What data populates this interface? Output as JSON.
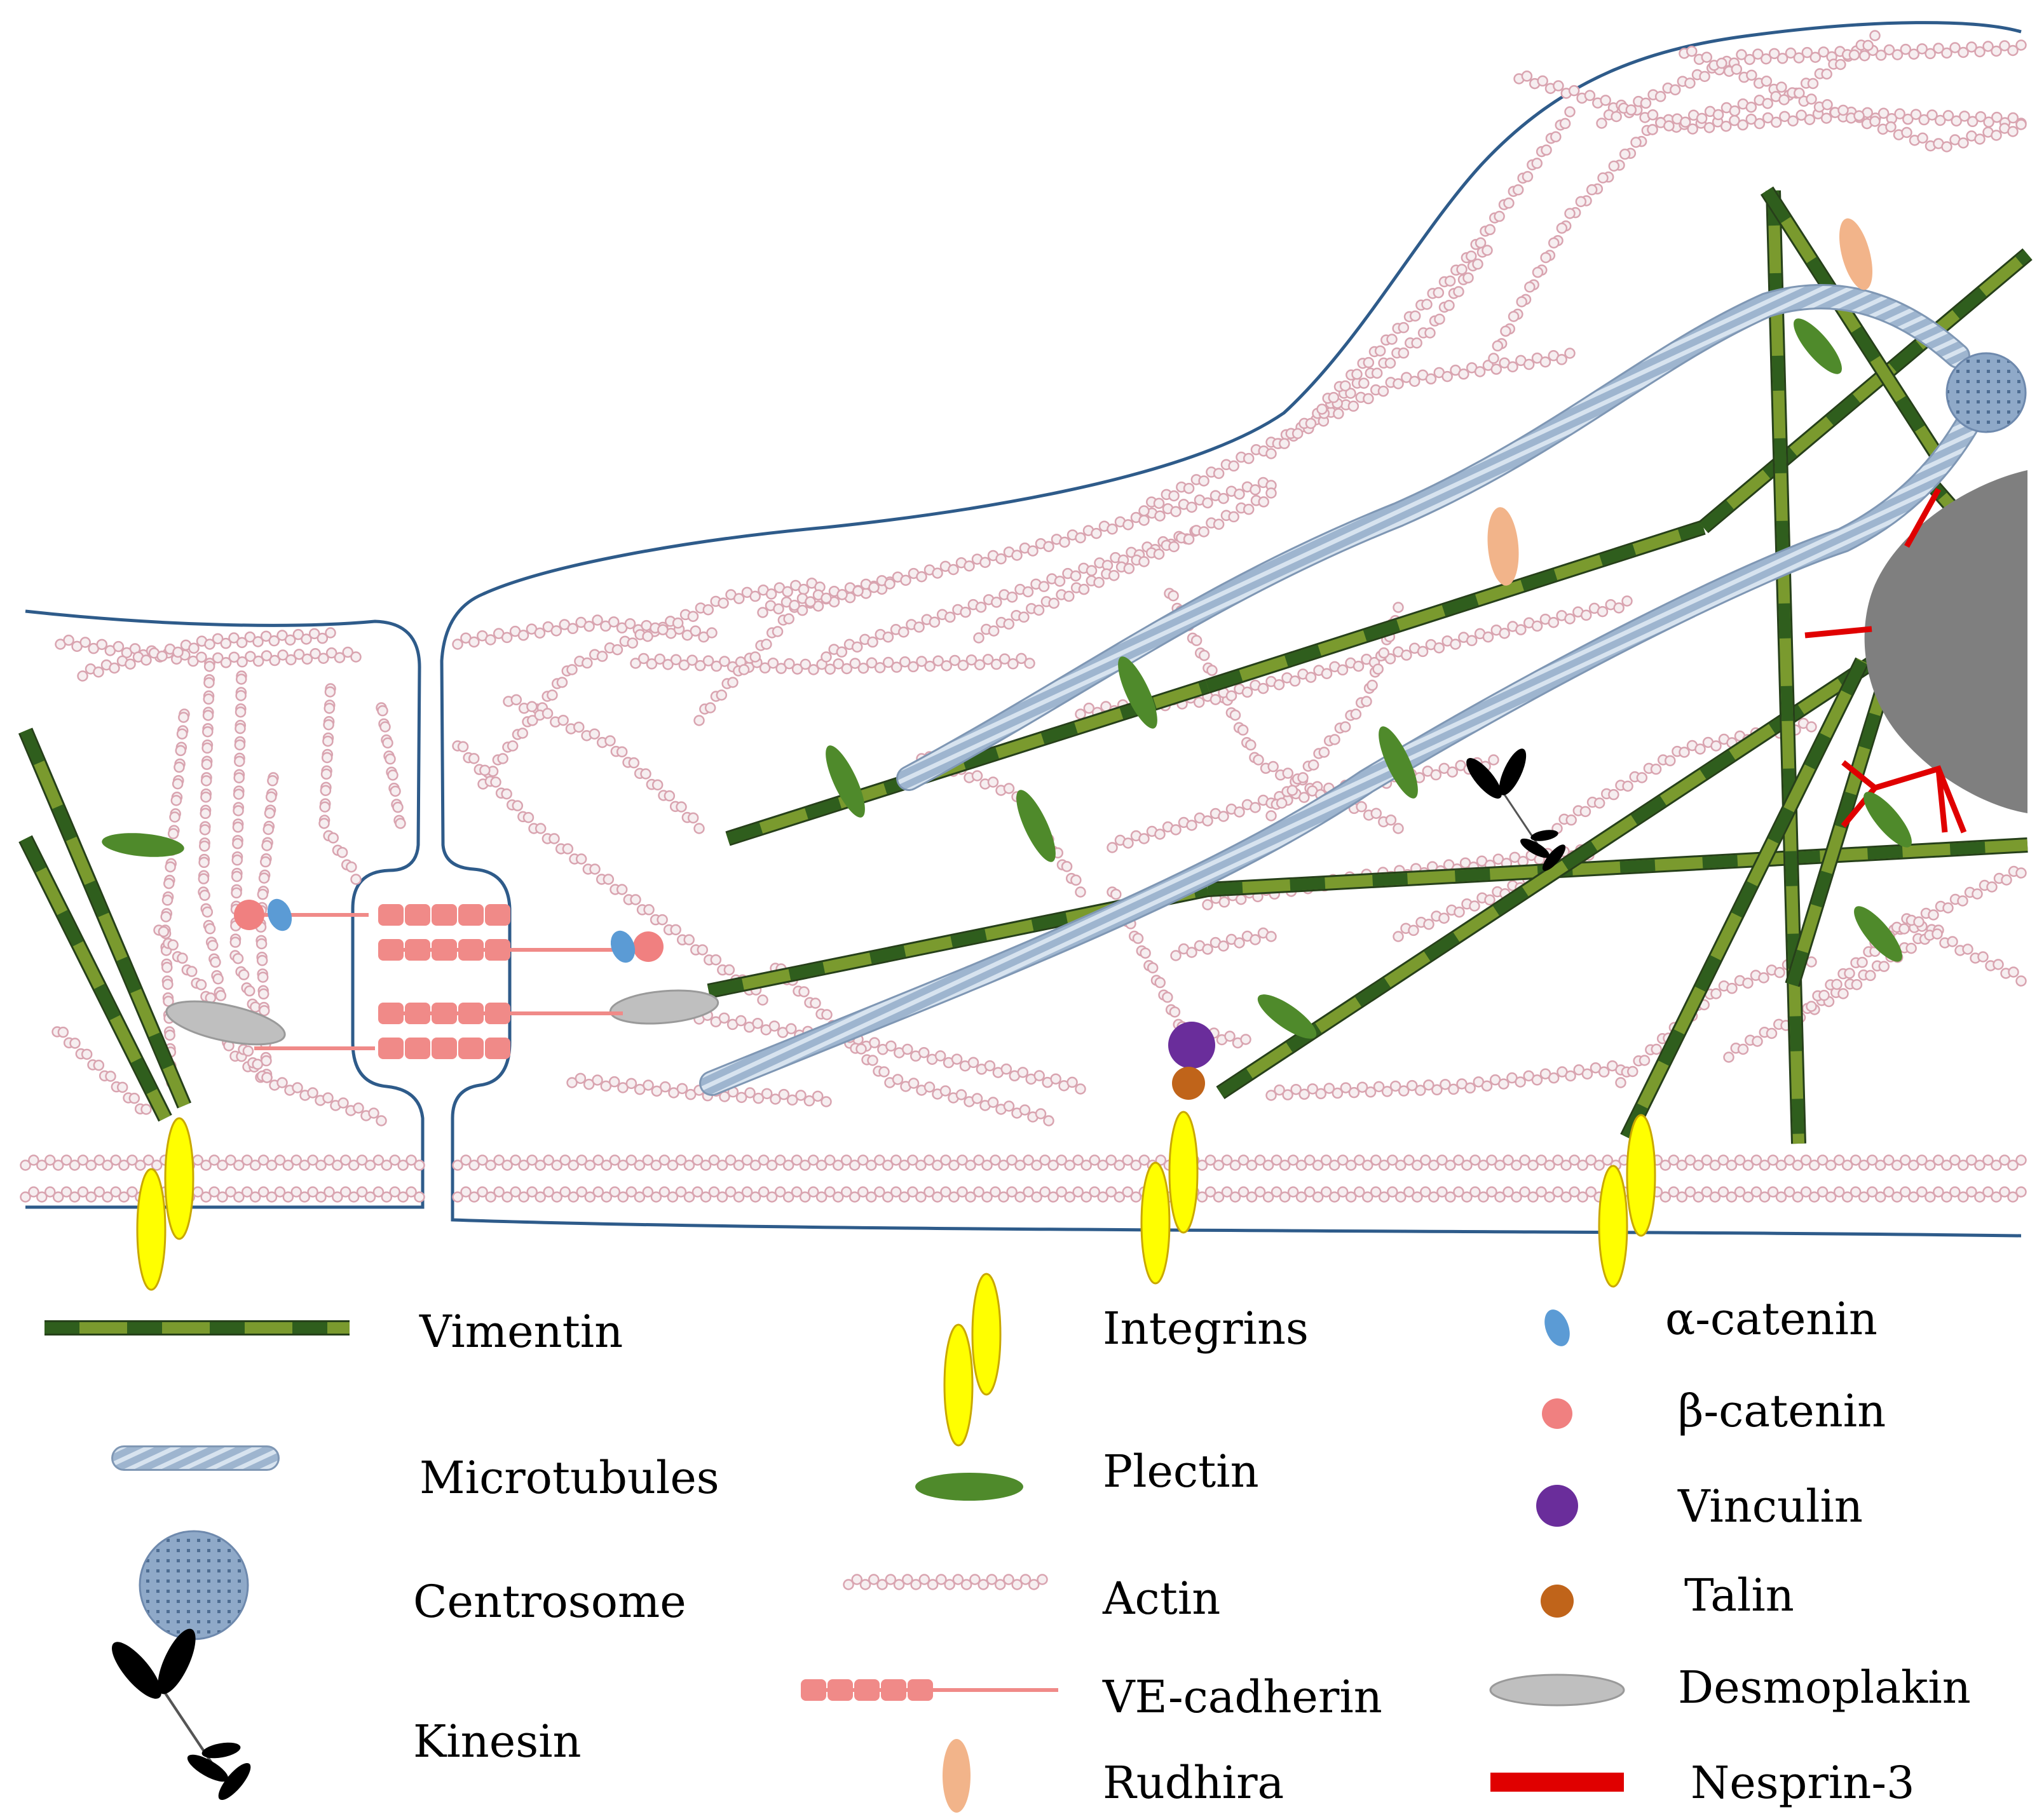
{
  "colors": {
    "membrane": "#2e5b8a",
    "vimentin_light": "#7a9a2e",
    "vimentin_dark": "#2f5e1d",
    "microtubule": "#9eb5cf",
    "microtubule_stripe": "#d7e3ef",
    "centrosome": "#8fa9c8",
    "actin_bead": "#d9a4b0",
    "actin_fill": "#f6eef0",
    "plectin": "#4f8a2b",
    "integrin": "#ffff00",
    "integrin_edge": "#c9a800",
    "alpha_catenin": "#5b9bd5",
    "beta_catenin": "#f08080",
    "vinculin": "#6a2d9b",
    "talin": "#c0641a",
    "desmoplakin": "#bfbfbf",
    "nesprin": "#e00000",
    "rudhira": "#f2b48a",
    "ve_cadherin": "#f08a88",
    "nucleus": "#7f7f7f",
    "kinesin": "#000000"
  },
  "legend": {
    "vimentin": {
      "label": "Vimentin",
      "icon": "vimentin-filament-icon"
    },
    "microtubules": {
      "label": "Microtubules",
      "icon": "microtubule-icon"
    },
    "centrosome": {
      "label": "Centrosome",
      "icon": "centrosome-icon"
    },
    "kinesin": {
      "label": "Kinesin",
      "icon": "kinesin-icon"
    },
    "integrins": {
      "label": "Integrins",
      "icon": "integrin-icon"
    },
    "plectin": {
      "label": "Plectin",
      "icon": "plectin-icon"
    },
    "actin": {
      "label": "Actin",
      "icon": "actin-filament-icon"
    },
    "ve_cadherin": {
      "label": "VE-cadherin",
      "icon": "ve-cadherin-icon"
    },
    "rudhira": {
      "label": "Rudhira",
      "icon": "rudhira-icon"
    },
    "alpha_catenin": {
      "label": "α-catenin",
      "icon": "alpha-catenin-icon"
    },
    "beta_catenin": {
      "label": "β-catenin",
      "icon": "beta-catenin-icon"
    },
    "vinculin": {
      "label": "Vinculin",
      "icon": "vinculin-icon"
    },
    "talin": {
      "label": "Talin",
      "icon": "talin-icon"
    },
    "desmoplakin": {
      "label": "Desmoplakin",
      "icon": "desmoplakin-icon"
    },
    "nesprin3": {
      "label": "Nesprin-3",
      "icon": "nesprin-icon"
    }
  }
}
